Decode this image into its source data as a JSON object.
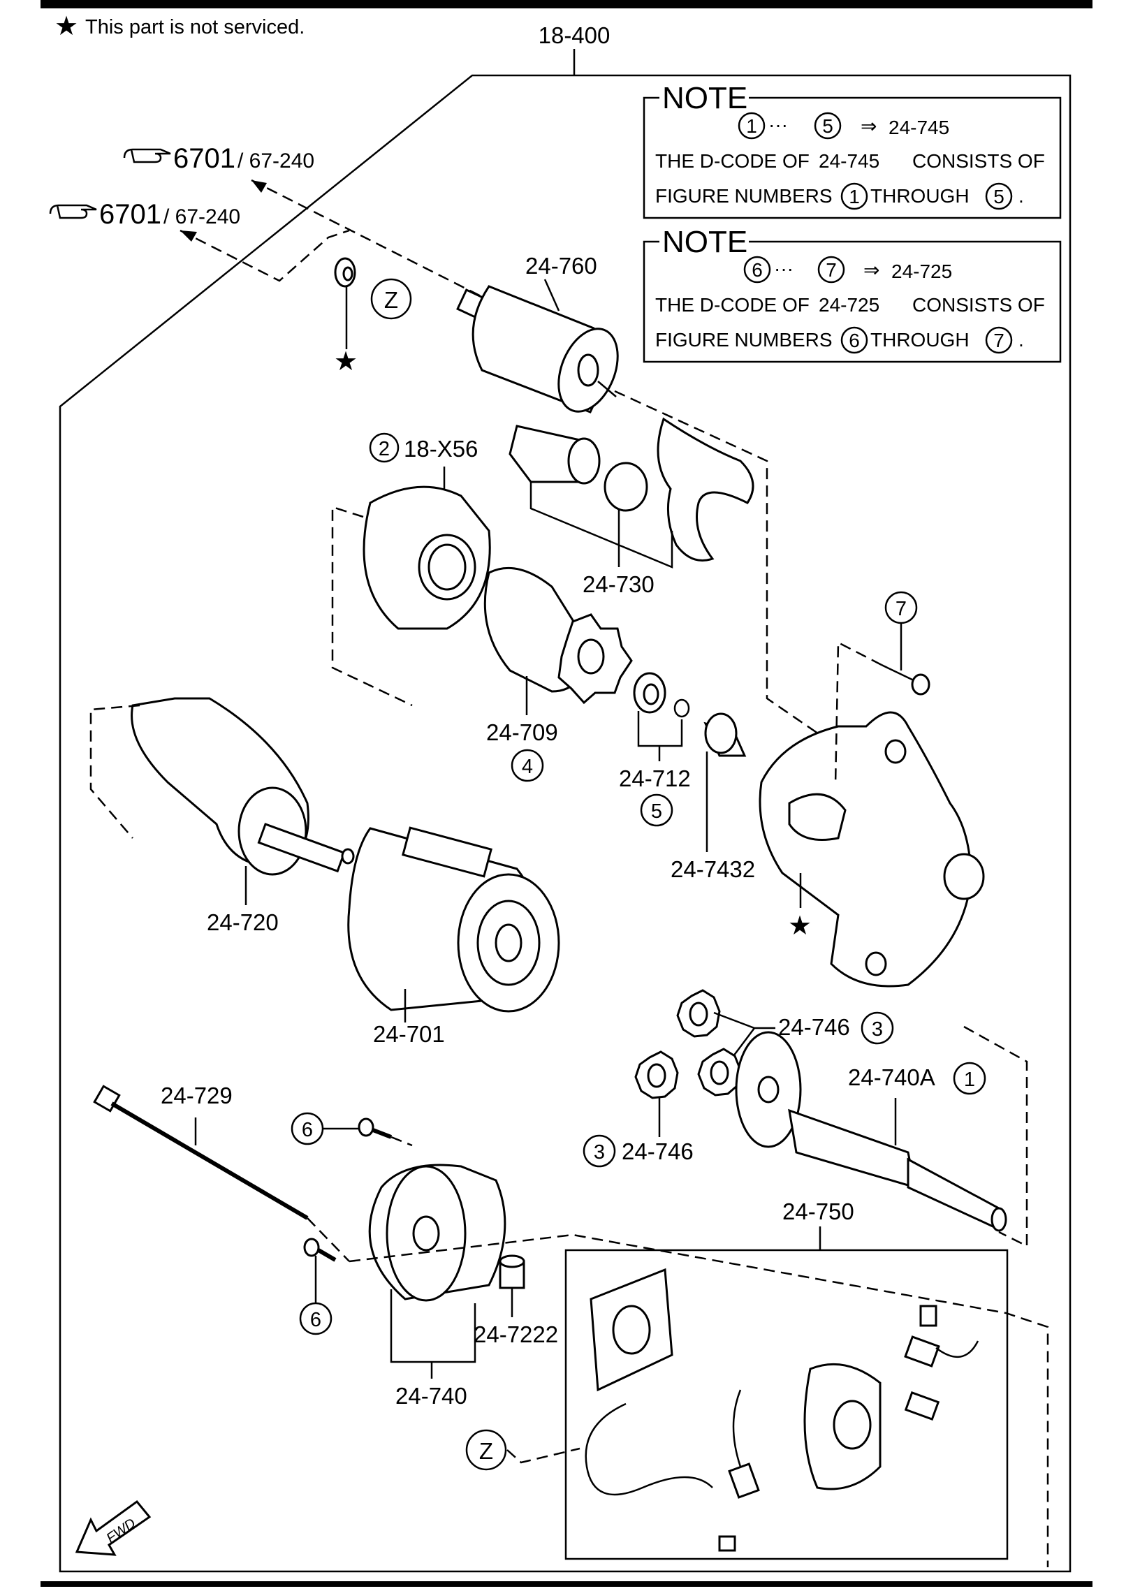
{
  "header": {
    "legend_text": "This part is not serviced.",
    "assembly_label": "18-400"
  },
  "references": [
    {
      "number": "6701",
      "sub": "/ 67-240",
      "icon": "pointing-hand-icon"
    },
    {
      "number": "6701",
      "sub": "/ 67-240",
      "icon": "pointing-hand-icon"
    }
  ],
  "notes": [
    {
      "heading": "NOTE",
      "range_from": "1",
      "range_to": "5",
      "arrow": "⇒",
      "dots": "···",
      "code": "24-745",
      "line1_prefix": "THE D-CODE OF",
      "line1_code": "24-745",
      "line1_suffix": "CONSISTS OF",
      "line2_prefix": "FIGURE NUMBERS",
      "line2_mid": "THROUGH",
      "line2_end": "."
    },
    {
      "heading": "NOTE",
      "range_from": "6",
      "range_to": "7",
      "arrow": "⇒",
      "dots": "···",
      "code": "24-725",
      "line1_prefix": "THE D-CODE OF",
      "line1_code": "24-725",
      "line1_suffix": "CONSISTS OF",
      "line2_prefix": "FIGURE NUMBERS",
      "line2_mid": "THROUGH",
      "line2_end": "."
    }
  ],
  "callouts": {
    "z_label": "Z",
    "p24_760": "24-760",
    "p18_x56": "18-X56",
    "p18_x56_num": "2",
    "p24_730": "24-730",
    "p24_709": "24-709",
    "p24_709_num": "4",
    "p24_712": "24-712",
    "p24_712_num": "5",
    "p24_7432": "24-7432",
    "p7": "7",
    "p24_720": "24-720",
    "p24_701": "24-701",
    "p24_746_a": "24-746",
    "p24_746_a_num": "3",
    "p24_746_b": "24-746",
    "p24_746_b_num": "3",
    "p24_740a": "24-740A",
    "p24_740a_num": "1",
    "p24_729": "24-729",
    "p6_top": "6",
    "p6_bottom": "6",
    "p24_7222": "24-7222",
    "p24_740": "24-740",
    "p24_750": "24-750",
    "fwd": "FWD"
  },
  "icons": [
    "star-icon",
    "pointing-hand-icon",
    "fwd-arrow-icon"
  ]
}
